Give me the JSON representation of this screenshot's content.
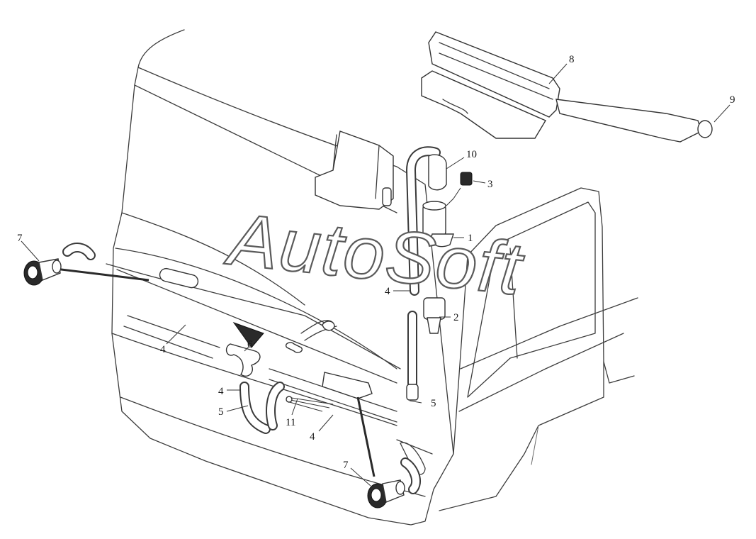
{
  "watermark": "AutoSoft",
  "callouts": {
    "c1": "1",
    "c2": "2",
    "c3": "3",
    "c4a": "4",
    "c4b": "4",
    "c4c": "4",
    "c4d": "4",
    "c5a": "5",
    "c5b": "5",
    "c6": "6",
    "c7a": "7",
    "c7b": "7",
    "c8": "8",
    "c9": "9",
    "c10": "10",
    "c11": "11"
  }
}
